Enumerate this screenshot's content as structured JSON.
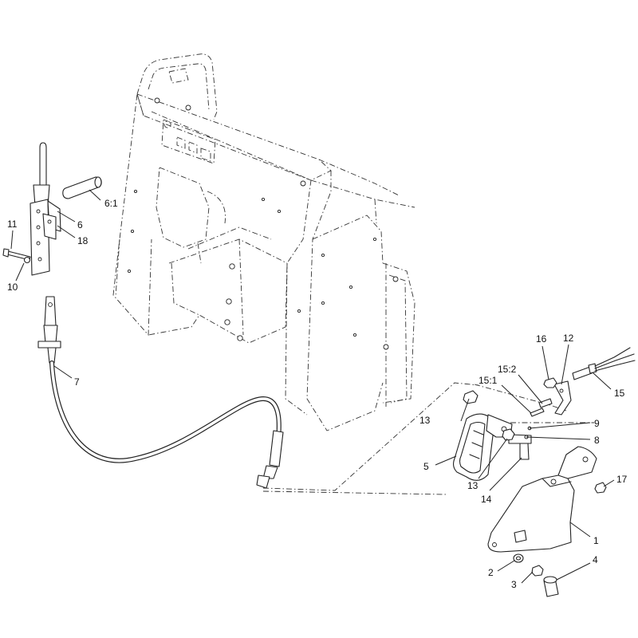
{
  "callouts": {
    "c1": "1",
    "c2": "2",
    "c3": "3",
    "c4": "4",
    "c5": "5",
    "c6": "6",
    "c6_1": "6:1",
    "c7": "7",
    "c8": "8",
    "c9": "9",
    "c10": "10",
    "c11": "11",
    "c12": "12",
    "c13a": "13",
    "c13b": "13",
    "c14": "14",
    "c15": "15",
    "c15_1": "15:1",
    "c15_2": "15:2",
    "c16": "16",
    "c17": "17",
    "c18": "18"
  }
}
